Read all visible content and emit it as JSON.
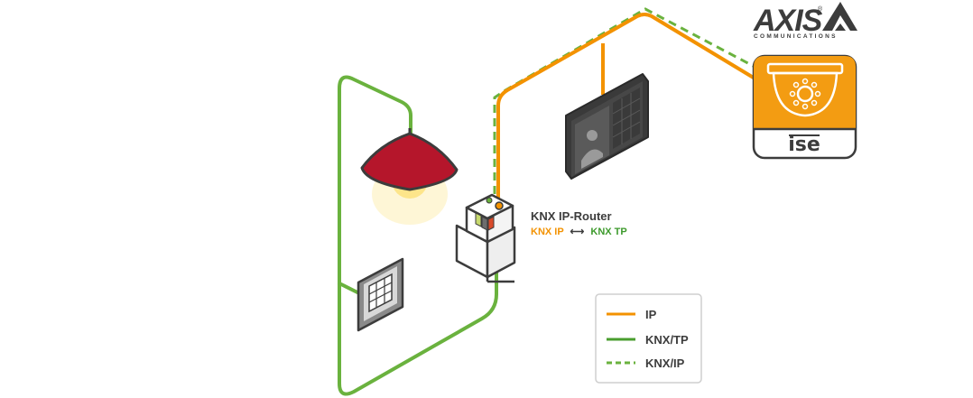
{
  "colors": {
    "ip": "#f39200",
    "knx_tp": "#6ab23e",
    "knx_ip": "#6ab23e",
    "lamp_shade": "#b5162b",
    "lamp_glow": "#fdf3c8",
    "camera_fill": "#f39c12",
    "text_dark": "#3c3c3c",
    "legend_border": "#cfcfcf"
  },
  "brand": {
    "name": "AXIS",
    "registered": "®",
    "sub": "COMMUNICATIONS"
  },
  "camera": {
    "label": "ise",
    "icon": "dome-camera-icon"
  },
  "router": {
    "title": "KNX IP-Router",
    "left": "KNX IP",
    "arrow": "⟷",
    "right": "KNX TP"
  },
  "legend": {
    "items": [
      {
        "label": "IP",
        "style": "solid",
        "color": "#f39200"
      },
      {
        "label": "KNX/TP",
        "style": "solid",
        "color": "#4a9e2f"
      },
      {
        "label": "KNX/IP",
        "style": "dashed",
        "color": "#6ab23e"
      }
    ]
  },
  "devices": {
    "touch_panel_icon": "touch-panel-icon",
    "lamp_icon": "pendant-lamp-icon",
    "switch_icon": "wall-switch-icon",
    "router_icon": "din-rail-router-icon"
  }
}
